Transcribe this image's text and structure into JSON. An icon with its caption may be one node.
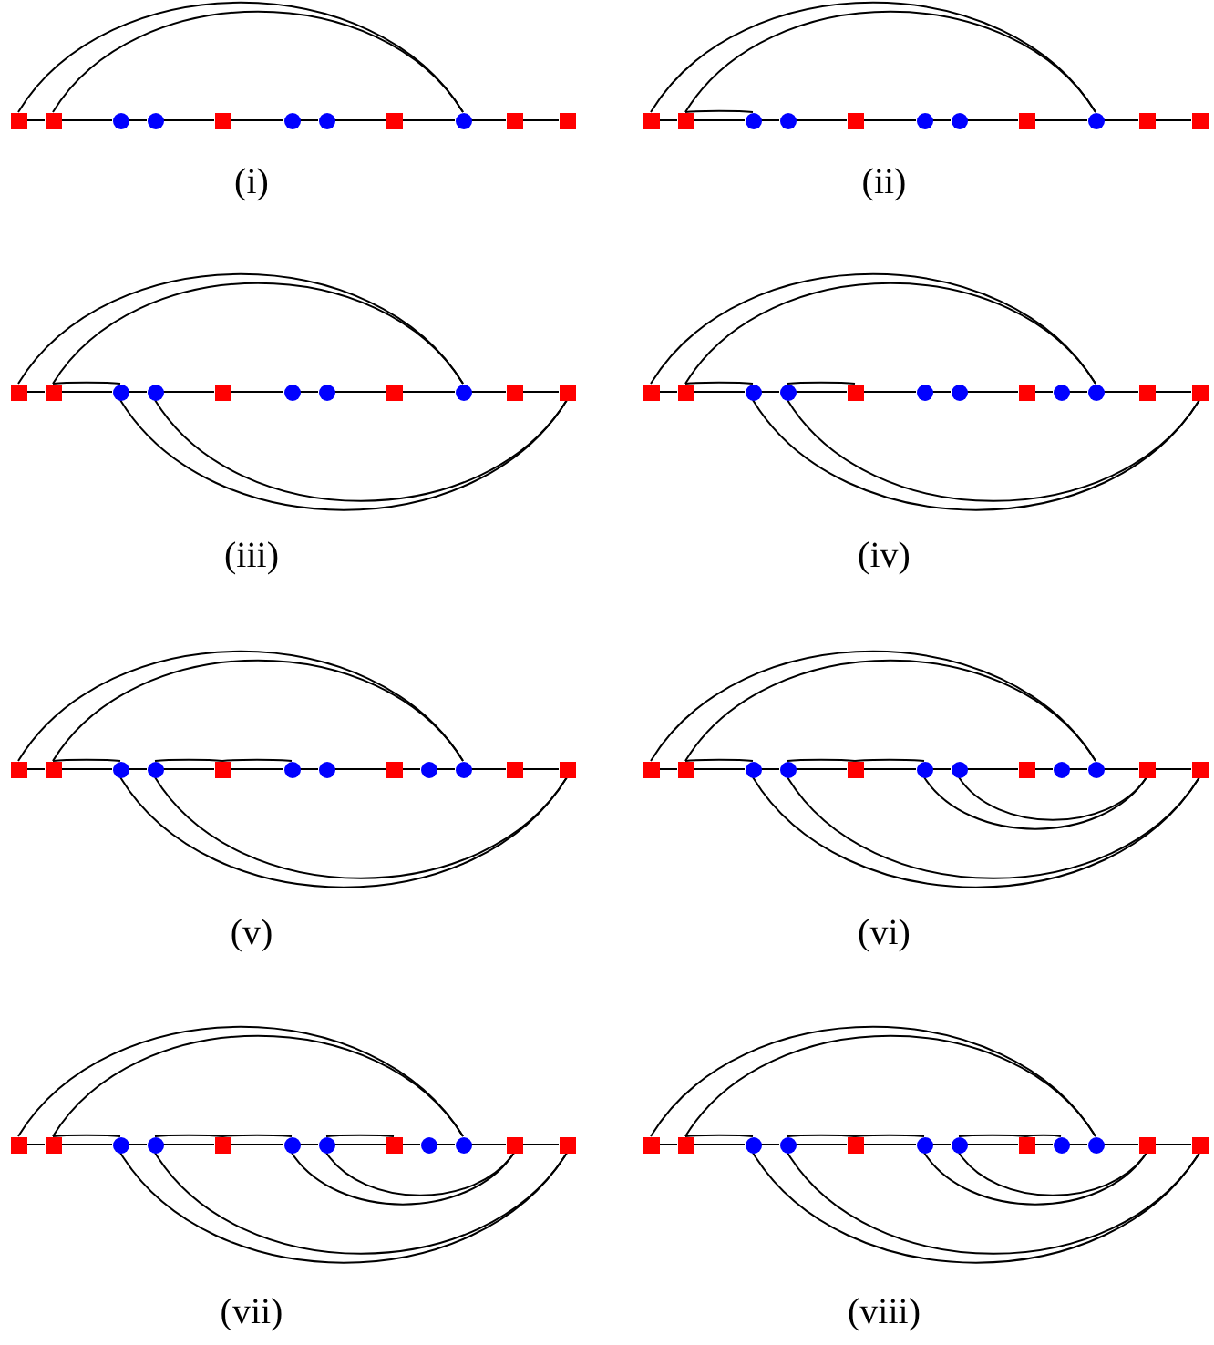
{
  "diagram": {
    "nodes": [
      {
        "text": [],
        "shape": "box"
      },
      {
        "text": [],
        "shape": "box"
      },
      {
        "text": [],
        "shape": "circle"
      },
      {
        "text": [],
        "shape": "circle"
      },
      {
        "text": [],
        "shape": "box"
      },
      {
        "text": [],
        "shape": "circle"
      },
      {
        "text": [],
        "shape": "circle"
      },
      {
        "text": [],
        "shape": "box"
      },
      {
        "text": [],
        "shape": "circle"
      },
      {
        "text": [],
        "shape": "box"
      },
      {
        "text": [],
        "shape": "box"
      },
      {
        "text": [],
        "shape": "box"
      },
      {
        "text": [],
        "shape": "box"
      },
      {
        "text": [],
        "shape": "circle"
      },
      {
        "text": [],
        "shape": "circle"
      },
      {
        "text": [],
        "shape": "box"
      },
      {
        "text": [],
        "shape": "circle"
      },
      {
        "text": [],
        "shape": "circle"
      },
      {
        "text": [],
        "shape": "box"
      },
      {
        "text": [],
        "shape": "circle"
      },
      {
        "text": [],
        "shape": "box"
      },
      {
        "text": [],
        "shape": "box"
      },
      {
        "text": [],
        "shape": "box"
      },
      {
        "text": [],
        "shape": "box"
      },
      {
        "text": [],
        "shape": "circle"
      },
      {
        "text": [],
        "shape": "circle"
      },
      {
        "text": [],
        "shape": "box"
      },
      {
        "text": [],
        "shape": "circle"
      },
      {
        "text": [],
        "shape": "circle"
      },
      {
        "text": [],
        "shape": "box"
      },
      {
        "text": [],
        "shape": "circle"
      },
      {
        "text": [],
        "shape": "box"
      },
      {
        "text": [],
        "shape": "box"
      },
      {
        "text": [],
        "shape": "box"
      },
      {
        "text": [],
        "shape": "box"
      },
      {
        "text": [],
        "shape": "circle"
      },
      {
        "text": [],
        "shape": "circle"
      },
      {
        "text": [],
        "shape": "box"
      },
      {
        "text": [],
        "shape": "circle"
      },
      {
        "text": [],
        "shape": "circle"
      },
      {
        "text": [],
        "shape": "box"
      },
      {
        "text": [],
        "shape": "circle"
      },
      {
        "text": [],
        "shape": "circle"
      },
      {
        "text": [],
        "shape": "box"
      },
      {
        "text": [],
        "shape": "box"
      },
      {
        "text": [],
        "shape": "box"
      },
      {
        "text": [],
        "shape": "box"
      },
      {
        "text": [],
        "shape": "circle"
      },
      {
        "text": [],
        "shape": "circle"
      },
      {
        "text": [],
        "shape": "box"
      },
      {
        "text": [],
        "shape": "circle"
      },
      {
        "text": [],
        "shape": "circle"
      },
      {
        "text": [],
        "shape": "box"
      },
      {
        "text": [],
        "shape": "circle"
      },
      {
        "text": [],
        "shape": "circle"
      },
      {
        "text": [],
        "shape": "box"
      },
      {
        "text": [],
        "shape": "box"
      },
      {
        "text": [],
        "shape": "box"
      },
      {
        "text": [],
        "shape": "box"
      },
      {
        "text": [],
        "shape": "circle"
      },
      {
        "text": [],
        "shape": "circle"
      },
      {
        "text": [],
        "shape": "box"
      },
      {
        "text": [],
        "shape": "circle"
      },
      {
        "text": [],
        "shape": "circle"
      },
      {
        "text": [],
        "shape": "box"
      },
      {
        "text": [],
        "shape": "circle"
      },
      {
        "text": [],
        "shape": "circle"
      },
      {
        "text": [],
        "shape": "box"
      },
      {
        "text": [],
        "shape": "box"
      },
      {
        "text": [],
        "shape": "box"
      },
      {
        "text": [],
        "shape": "box"
      },
      {
        "text": [],
        "shape": "circle"
      },
      {
        "text": [],
        "shape": "circle"
      },
      {
        "text": [],
        "shape": "box"
      },
      {
        "text": [],
        "shape": "circle"
      },
      {
        "text": [],
        "shape": "circle"
      },
      {
        "text": [],
        "shape": "box"
      },
      {
        "text": [],
        "shape": "circle"
      },
      {
        "text": [],
        "shape": "circle"
      },
      {
        "text": [],
        "shape": "box"
      },
      {
        "text": [],
        "shape": "box"
      },
      {
        "text": [],
        "shape": "box"
      },
      {
        "text": [],
        "shape": "box"
      },
      {
        "text": [],
        "shape": "circle"
      },
      {
        "text": [],
        "shape": "circle"
      },
      {
        "text": [],
        "shape": "box"
      },
      {
        "text": [],
        "shape": "circle"
      },
      {
        "text": [],
        "shape": "circle"
      },
      {
        "text": [],
        "shape": "box"
      },
      {
        "text": [],
        "shape": "circle"
      },
      {
        "text": [],
        "shape": "circle"
      },
      {
        "text": [],
        "shape": "box"
      },
      {
        "text": [],
        "shape": "box"
      }
    ],
    "edges": [
      {
        "from": 0,
        "to": 1,
        "arrow": "none"
      },
      {
        "from": 1,
        "to": 2,
        "arrow": "none"
      },
      {
        "from": 2,
        "to": 3,
        "arrow": "none"
      },
      {
        "from": 3,
        "to": 4,
        "arrow": "none"
      },
      {
        "from": 4,
        "to": 5,
        "arrow": "none"
      },
      {
        "from": 5,
        "to": 6,
        "arrow": "none"
      },
      {
        "from": 6,
        "to": 7,
        "arrow": "none"
      },
      {
        "from": 7,
        "to": 8,
        "arrow": "none"
      },
      {
        "from": 8,
        "to": 9,
        "arrow": "none"
      },
      {
        "from": 9,
        "to": 10,
        "arrow": "none"
      },
      {
        "from": 11,
        "to": 12,
        "arrow": "none"
      },
      {
        "from": 12,
        "to": 13,
        "arrow": "none"
      },
      {
        "from": 13,
        "to": 14,
        "arrow": "none"
      },
      {
        "from": 14,
        "to": 15,
        "arrow": "none"
      },
      {
        "from": 15,
        "to": 16,
        "arrow": "none"
      },
      {
        "from": 16,
        "to": 17,
        "arrow": "none"
      },
      {
        "from": 17,
        "to": 18,
        "arrow": "none"
      },
      {
        "from": 18,
        "to": 19,
        "arrow": "none"
      },
      {
        "from": 19,
        "to": 20,
        "arrow": "none"
      },
      {
        "from": 20,
        "to": 21,
        "arrow": "none"
      },
      {
        "from": 22,
        "to": 23,
        "arrow": "none"
      },
      {
        "from": 23,
        "to": 24,
        "arrow": "none"
      },
      {
        "from": 24,
        "to": 25,
        "arrow": "none"
      },
      {
        "from": 25,
        "to": 26,
        "arrow": "none"
      },
      {
        "from": 26,
        "to": 27,
        "arrow": "none"
      },
      {
        "from": 27,
        "to": 28,
        "arrow": "none"
      },
      {
        "from": 28,
        "to": 29,
        "arrow": "none"
      },
      {
        "from": 29,
        "to": 30,
        "arrow": "none"
      },
      {
        "from": 30,
        "to": 31,
        "arrow": "none"
      },
      {
        "from": 31,
        "to": 32,
        "arrow": "none"
      },
      {
        "from": 33,
        "to": 34,
        "arrow": "none"
      },
      {
        "from": 34,
        "to": 35,
        "arrow": "none"
      },
      {
        "from": 35,
        "to": 36,
        "arrow": "none"
      },
      {
        "from": 36,
        "to": 37,
        "arrow": "none"
      },
      {
        "from": 37,
        "to": 38,
        "arrow": "none"
      },
      {
        "from": 38,
        "to": 39,
        "arrow": "none"
      },
      {
        "from": 39,
        "to": 40,
        "arrow": "none"
      },
      {
        "from": 40,
        "to": 41,
        "arrow": "none"
      },
      {
        "from": 41,
        "to": 42,
        "arrow": "none"
      },
      {
        "from": 42,
        "to": 43,
        "arrow": "none"
      },
      {
        "from": 43,
        "to": 44,
        "arrow": "none"
      },
      {
        "from": 45,
        "to": 46,
        "arrow": "none"
      },
      {
        "from": 46,
        "to": 47,
        "arrow": "none"
      },
      {
        "from": 47,
        "to": 48,
        "arrow": "none"
      },
      {
        "from": 48,
        "to": 49,
        "arrow": "none"
      },
      {
        "from": 49,
        "to": 50,
        "arrow": "none"
      },
      {
        "from": 50,
        "to": 51,
        "arrow": "none"
      },
      {
        "from": 51,
        "to": 52,
        "arrow": "none"
      },
      {
        "from": 52,
        "to": 53,
        "arrow": "none"
      },
      {
        "from": 53,
        "to": 54,
        "arrow": "none"
      },
      {
        "from": 54,
        "to": 55,
        "arrow": "none"
      },
      {
        "from": 55,
        "to": 56,
        "arrow": "none"
      },
      {
        "from": 57,
        "to": 58,
        "arrow": "none"
      },
      {
        "from": 58,
        "to": 59,
        "arrow": "none"
      },
      {
        "from": 59,
        "to": 60,
        "arrow": "none"
      },
      {
        "from": 60,
        "to": 61,
        "arrow": "none"
      },
      {
        "from": 61,
        "to": 62,
        "arrow": "none"
      },
      {
        "from": 62,
        "to": 63,
        "arrow": "none"
      },
      {
        "from": 63,
        "to": 64,
        "arrow": "none"
      },
      {
        "from": 64,
        "to": 65,
        "arrow": "none"
      },
      {
        "from": 65,
        "to": 66,
        "arrow": "none"
      },
      {
        "from": 66,
        "to": 67,
        "arrow": "none"
      },
      {
        "from": 67,
        "to": 68,
        "arrow": "none"
      },
      {
        "from": 69,
        "to": 70,
        "arrow": "none"
      },
      {
        "from": 70,
        "to": 71,
        "arrow": "none"
      },
      {
        "from": 71,
        "to": 72,
        "arrow": "none"
      },
      {
        "from": 72,
        "to": 73,
        "arrow": "none"
      },
      {
        "from": 73,
        "to": 74,
        "arrow": "none"
      },
      {
        "from": 74,
        "to": 75,
        "arrow": "none"
      },
      {
        "from": 75,
        "to": 76,
        "arrow": "none"
      },
      {
        "from": 76,
        "to": 77,
        "arrow": "none"
      },
      {
        "from": 77,
        "to": 78,
        "arrow": "none"
      },
      {
        "from": 78,
        "to": 79,
        "arrow": "none"
      },
      {
        "from": 79,
        "to": 80,
        "arrow": "none"
      },
      {
        "from": 81,
        "to": 82,
        "arrow": "none"
      },
      {
        "from": 82,
        "to": 83,
        "arrow": "none"
      },
      {
        "from": 83,
        "to": 84,
        "arrow": "none"
      },
      {
        "from": 84,
        "to": 85,
        "arrow": "none"
      },
      {
        "from": 85,
        "to": 86,
        "arrow": "none"
      },
      {
        "from": 86,
        "to": 87,
        "arrow": "none"
      },
      {
        "from": 87,
        "to": 88,
        "arrow": "none"
      },
      {
        "from": 88,
        "to": 89,
        "arrow": "none"
      },
      {
        "from": 89,
        "to": 90,
        "arrow": "none"
      },
      {
        "from": 90,
        "to": 91,
        "arrow": "none"
      },
      {
        "from": 91,
        "to": 92,
        "arrow": "none"
      },
      {
        "from": 0,
        "to": 8,
        "arrow": "none"
      },
      {
        "from": 1,
        "to": 8,
        "arrow": "none"
      },
      {
        "from": 11,
        "to": 19,
        "arrow": "none"
      },
      {
        "from": 12,
        "to": 19,
        "arrow": "none"
      },
      {
        "from": 12,
        "to": 13,
        "arrow": "none"
      },
      {
        "from": 22,
        "to": 30,
        "arrow": "none"
      },
      {
        "from": 23,
        "to": 30,
        "arrow": "none"
      },
      {
        "from": 23,
        "to": 24,
        "arrow": "none"
      },
      {
        "from": 24,
        "to": 32,
        "arrow": "none"
      },
      {
        "from": 25,
        "to": 32,
        "arrow": "none"
      },
      {
        "from": 33,
        "to": 42,
        "arrow": "none"
      },
      {
        "from": 34,
        "to": 42,
        "arrow": "none"
      },
      {
        "from": 34,
        "to": 35,
        "arrow": "none"
      },
      {
        "from": 36,
        "to": 37,
        "arrow": "none"
      },
      {
        "from": 35,
        "to": 44,
        "arrow": "none"
      },
      {
        "from": 36,
        "to": 44,
        "arrow": "none"
      },
      {
        "from": 45,
        "to": 54,
        "arrow": "none"
      },
      {
        "from": 46,
        "to": 54,
        "arrow": "none"
      },
      {
        "from": 46,
        "to": 47,
        "arrow": "none"
      },
      {
        "from": 48,
        "to": 49,
        "arrow": "none"
      },
      {
        "from": 49,
        "to": 50,
        "arrow": "none"
      },
      {
        "from": 47,
        "to": 56,
        "arrow": "none"
      },
      {
        "from": 48,
        "to": 56,
        "arrow": "none"
      },
      {
        "from": 57,
        "to": 66,
        "arrow": "none"
      },
      {
        "from": 58,
        "to": 66,
        "arrow": "none"
      },
      {
        "from": 58,
        "to": 59,
        "arrow": "none"
      },
      {
        "from": 60,
        "to": 61,
        "arrow": "none"
      },
      {
        "from": 61,
        "to": 62,
        "arrow": "none"
      },
      {
        "from": 59,
        "to": 68,
        "arrow": "none"
      },
      {
        "from": 60,
        "to": 68,
        "arrow": "none"
      },
      {
        "from": 62,
        "to": 67,
        "arrow": "none"
      },
      {
        "from": 63,
        "to": 67,
        "arrow": "none"
      },
      {
        "from": 69,
        "to": 78,
        "arrow": "none"
      },
      {
        "from": 70,
        "to": 78,
        "arrow": "none"
      },
      {
        "from": 70,
        "to": 71,
        "arrow": "none"
      },
      {
        "from": 72,
        "to": 73,
        "arrow": "none"
      },
      {
        "from": 73,
        "to": 74,
        "arrow": "none"
      },
      {
        "from": 75,
        "to": 76,
        "arrow": "none"
      },
      {
        "from": 71,
        "to": 80,
        "arrow": "none"
      },
      {
        "from": 72,
        "to": 80,
        "arrow": "none"
      },
      {
        "from": 74,
        "to": 79,
        "arrow": "none"
      },
      {
        "from": 75,
        "to": 79,
        "arrow": "none"
      },
      {
        "from": 81,
        "to": 90,
        "arrow": "none"
      },
      {
        "from": 82,
        "to": 90,
        "arrow": "none"
      },
      {
        "from": 82,
        "to": 83,
        "arrow": "none"
      },
      {
        "from": 84,
        "to": 85,
        "arrow": "none"
      },
      {
        "from": 85,
        "to": 86,
        "arrow": "none"
      },
      {
        "from": 87,
        "to": 88,
        "arrow": "none"
      },
      {
        "from": 88,
        "to": 89,
        "arrow": "none"
      },
      {
        "from": 83,
        "to": 92,
        "arrow": "none"
      },
      {
        "from": 84,
        "to": 92,
        "arrow": "none"
      },
      {
        "from": 86,
        "to": 91,
        "arrow": "none"
      },
      {
        "from": 87,
        "to": 91,
        "arrow": "none"
      }
    ],
    "labels": [
      "(i)",
      "(ii)",
      "(iii)",
      "(iv)",
      "(v)",
      "(vi)",
      "(vii)",
      "(viii)"
    ]
  }
}
